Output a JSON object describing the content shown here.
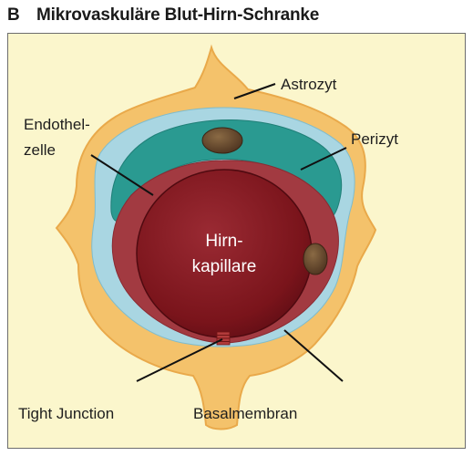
{
  "title": {
    "letter": "B",
    "text": "Mikrovaskuläre Blut-Hirn-Schranke"
  },
  "labels": {
    "astrocyte": "Astrozyt",
    "endothelial_line1": "Endothel-",
    "endothelial_line2": "zelle",
    "pericyte": "Perizyt",
    "capillary_line1": "Hirn-",
    "capillary_line2": "kapillare",
    "tight_junction": "Tight Junction",
    "basal_membrane": "Basalmembran"
  },
  "colors": {
    "astrocyte": "#f4c26b",
    "pericyte": "#2a9a91",
    "basal_membrane": "#a9d6e2",
    "endothelium": "#a23a41",
    "capillary": "#7a141b",
    "nucleus": "#6a4a2e",
    "background": "#fbf6cc"
  }
}
